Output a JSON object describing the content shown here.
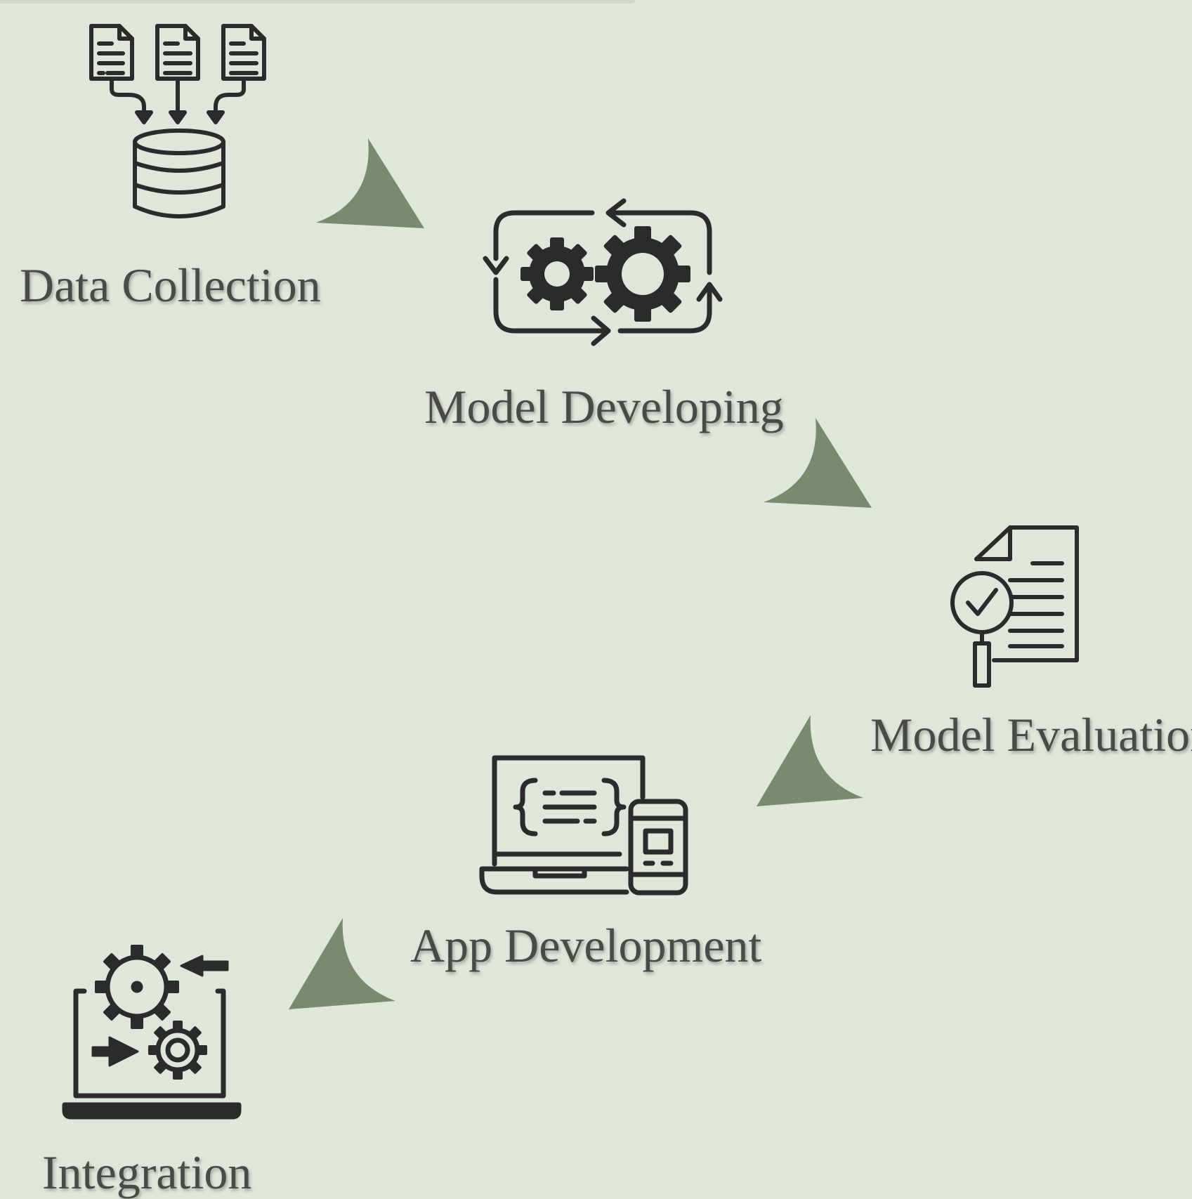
{
  "colors": {
    "background": "#dfe6db",
    "arrow": "#7a8a6e",
    "icon": "#2b2b2b",
    "label": "#4a4a48"
  },
  "stages": [
    {
      "label": "Data Collection",
      "icon": "documents-to-database-icon"
    },
    {
      "label": "Model Developing",
      "icon": "gears-cycle-icon"
    },
    {
      "label": "Model Evaluation",
      "icon": "document-magnifier-check-icon"
    },
    {
      "label": "App Development",
      "icon": "laptop-code-mobile-icon"
    },
    {
      "label": "Integration",
      "icon": "laptop-gears-integration-icon"
    }
  ]
}
